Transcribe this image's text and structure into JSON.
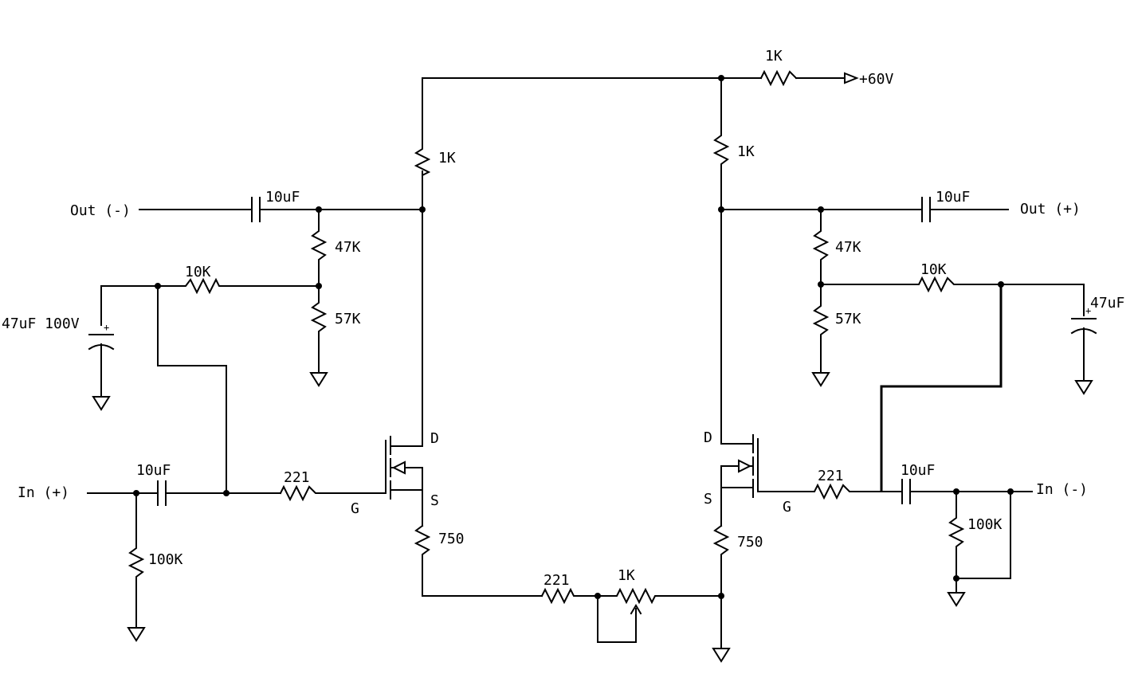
{
  "labels": {
    "supply": "+60V",
    "r_supply": "1K",
    "r_drain_left": "1K",
    "r_drain_right": "1K",
    "cap_out_left": "10uF",
    "cap_out_right": "10uF",
    "out_minus": "Out (-)",
    "out_plus": "Out (+)",
    "r47_left": "47K",
    "r47_right": "47K",
    "r57_left": "57K",
    "r57_right": "57K",
    "r10k_left": "10K",
    "r10k_right": "10K",
    "cap_bias_left": "47uF 100V",
    "cap_bias_right": "47uF",
    "d_left": "D",
    "s_left": "S",
    "g_left": "G",
    "d_right": "D",
    "s_right": "S",
    "g_right": "G",
    "cap_in_left": "10uF",
    "cap_in_right": "10uF",
    "in_plus": "In (+)",
    "in_minus": "In (-)",
    "r221_gate_left": "221",
    "r221_gate_right": "221",
    "r100k_left": "100K",
    "r100k_right": "100K",
    "r750_left": "750",
    "r750_right": "750",
    "r221_tail": "221",
    "pot_tail": "1K"
  }
}
